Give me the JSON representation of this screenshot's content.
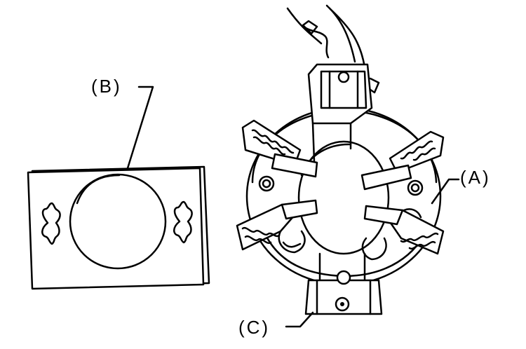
{
  "labels": {
    "a": "(A)",
    "b": "(B)",
    "c": "(C)"
  }
}
